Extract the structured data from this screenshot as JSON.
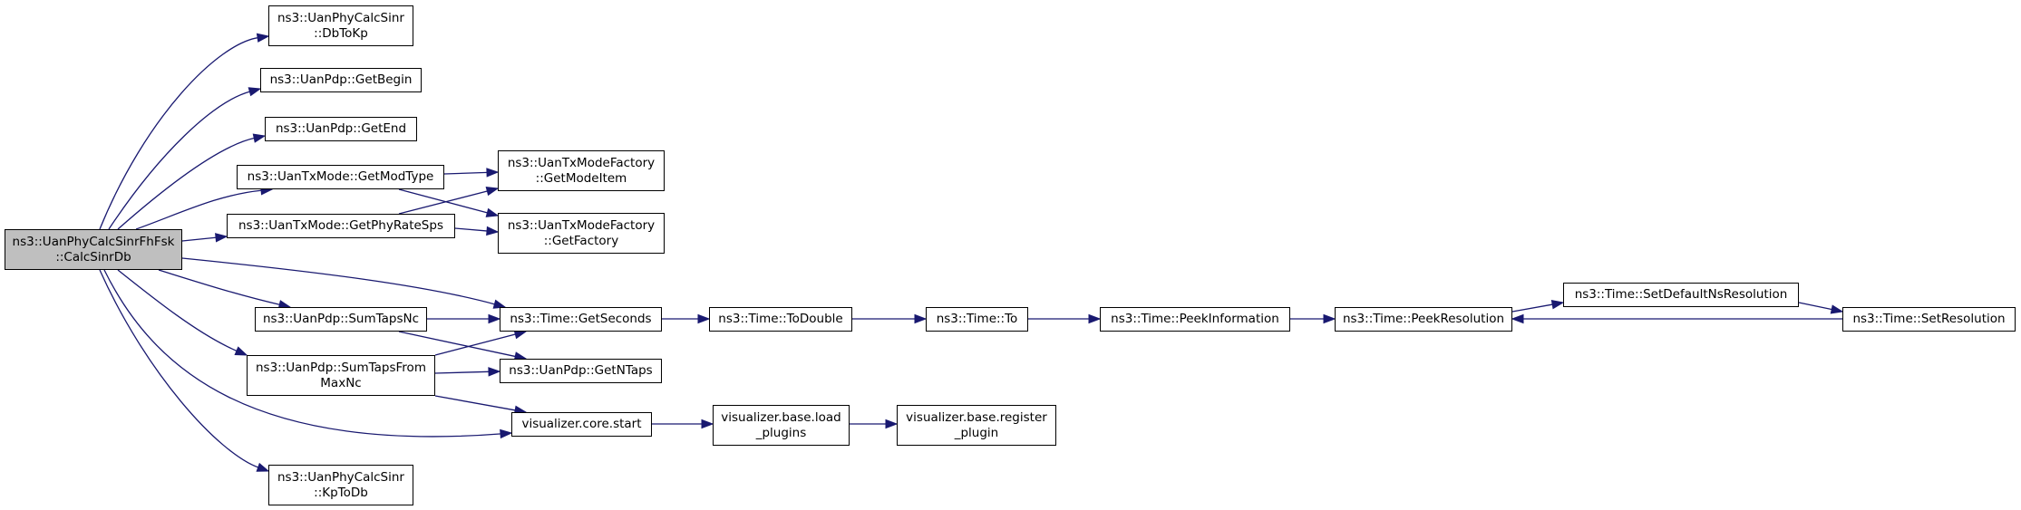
{
  "colors": {
    "edge": "#191970",
    "node_border": "#000000",
    "node_fill": "#ffffff",
    "root_fill": "#bfbfbf"
  },
  "nodes": {
    "calcsinrdb": [
      "ns3::UanPhyCalcSinrFhFsk",
      "::CalcSinrDb"
    ],
    "dbtokp": [
      "ns3::UanPhyCalcSinr",
      "::DbToKp"
    ],
    "getbegin": [
      "ns3::UanPdp::GetBegin"
    ],
    "getend": [
      "ns3::UanPdp::GetEnd"
    ],
    "getmodtype": [
      "ns3::UanTxMode::GetModType"
    ],
    "getphyratesps": [
      "ns3::UanTxMode::GetPhyRateSps"
    ],
    "getmodeitem": [
      "ns3::UanTxModeFactory",
      "::GetModeItem"
    ],
    "getfactory": [
      "ns3::UanTxModeFactory",
      "::GetFactory"
    ],
    "sumtapsnc": [
      "ns3::UanPdp::SumTapsNc"
    ],
    "sumtapsfrommaxnc": [
      "ns3::UanPdp::SumTapsFrom",
      "MaxNc"
    ],
    "kptodb": [
      "ns3::UanPhyCalcSinr",
      "::KpToDb"
    ],
    "getseconds": [
      "ns3::Time::GetSeconds"
    ],
    "getntaps": [
      "ns3::UanPdp::GetNTaps"
    ],
    "corestart": [
      "visualizer.core.start"
    ],
    "todouble": [
      "ns3::Time::ToDouble"
    ],
    "to": [
      "ns3::Time::To"
    ],
    "peekinformation": [
      "ns3::Time::PeekInformation"
    ],
    "peekresolution": [
      "ns3::Time::PeekResolution"
    ],
    "setdefaultnsresolution": [
      "ns3::Time::SetDefaultNsResolution"
    ],
    "setresolution": [
      "ns3::Time::SetResolution"
    ],
    "loadplugins": [
      "visualizer.base.load",
      "_plugins"
    ],
    "registerplugin": [
      "visualizer.base.register",
      "_plugin"
    ]
  },
  "edges": [
    [
      "calcsinrdb",
      "dbtokp"
    ],
    [
      "calcsinrdb",
      "getbegin"
    ],
    [
      "calcsinrdb",
      "getend"
    ],
    [
      "calcsinrdb",
      "getmodtype"
    ],
    [
      "calcsinrdb",
      "getphyratesps"
    ],
    [
      "calcsinrdb",
      "getseconds"
    ],
    [
      "calcsinrdb",
      "sumtapsnc"
    ],
    [
      "calcsinrdb",
      "sumtapsfrommaxnc"
    ],
    [
      "calcsinrdb",
      "corestart"
    ],
    [
      "calcsinrdb",
      "kptodb"
    ],
    [
      "getmodtype",
      "getmodeitem"
    ],
    [
      "getmodtype",
      "getfactory"
    ],
    [
      "getphyratesps",
      "getmodeitem"
    ],
    [
      "getphyratesps",
      "getfactory"
    ],
    [
      "sumtapsnc",
      "getseconds"
    ],
    [
      "sumtapsnc",
      "getntaps"
    ],
    [
      "sumtapsfrommaxnc",
      "getseconds"
    ],
    [
      "sumtapsfrommaxnc",
      "getntaps"
    ],
    [
      "sumtapsfrommaxnc",
      "corestart"
    ],
    [
      "getseconds",
      "todouble"
    ],
    [
      "todouble",
      "to"
    ],
    [
      "to",
      "peekinformation"
    ],
    [
      "peekinformation",
      "peekresolution"
    ],
    [
      "peekresolution",
      "setdefaultnsresolution"
    ],
    [
      "setdefaultnsresolution",
      "setresolution"
    ],
    [
      "setresolution",
      "peekresolution"
    ],
    [
      "corestart",
      "loadplugins"
    ],
    [
      "loadplugins",
      "registerplugin"
    ]
  ]
}
